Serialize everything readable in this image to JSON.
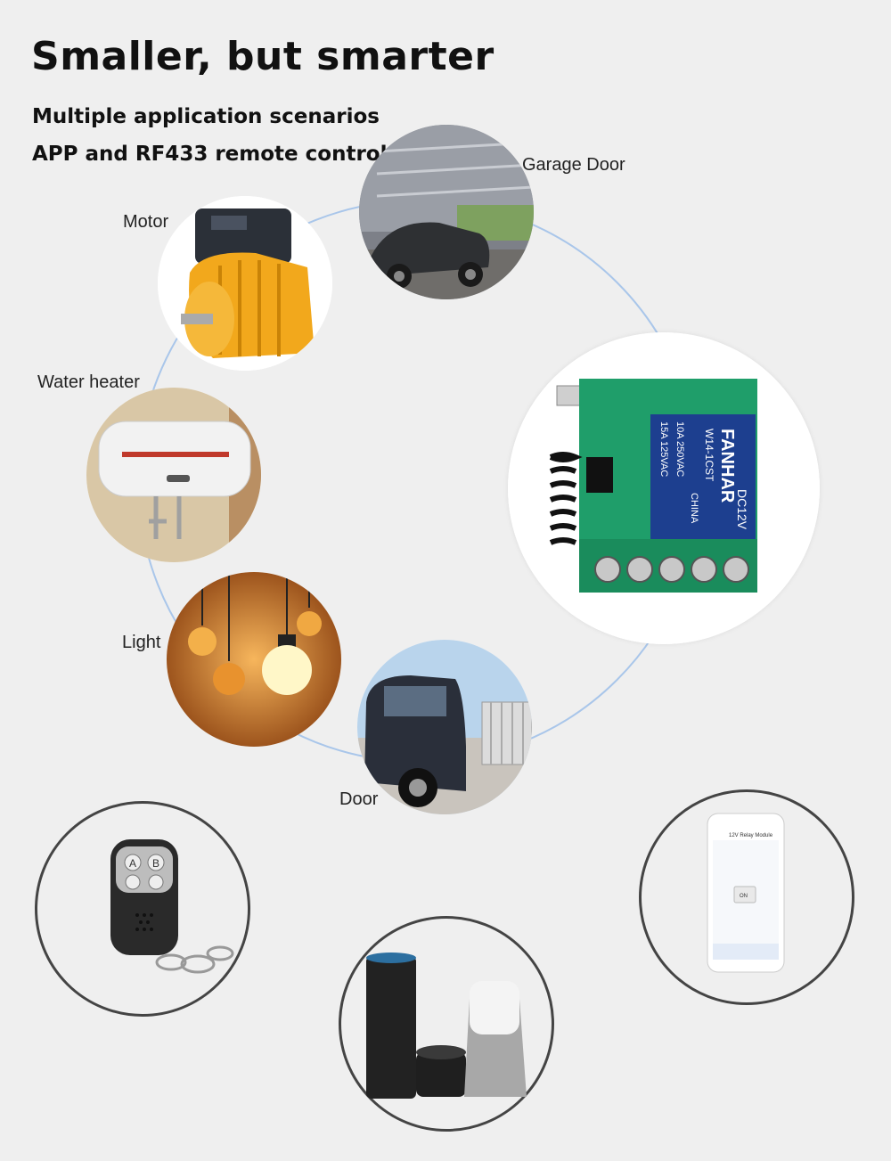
{
  "heading": {
    "title": "Smaller, but smarter",
    "line1": "Multiple application scenarios",
    "line2": "APP and RF433 remote control"
  },
  "scenarios": {
    "garage": "Garage Door",
    "motor": "Motor",
    "water_heater": "Water heater",
    "light": "Light",
    "door": "Door"
  },
  "module": {
    "brand": "FANHAR",
    "model": "W14-1CST",
    "voltage": "DC12V",
    "rating1": "10A 250VAC",
    "rating2": "15A 125VAC",
    "origin": "CHINA"
  },
  "phone_app": {
    "title": "12V Relay Module",
    "button": "ON"
  },
  "remote": {
    "button_a": "A",
    "button_b": "B"
  },
  "colors": {
    "accent_line": "#a9c6ea",
    "pcb_green": "#1f9e6a",
    "relay_blue": "#1d3f8f",
    "motor_yellow": "#f2a81c",
    "ring_dark": "#444444"
  }
}
